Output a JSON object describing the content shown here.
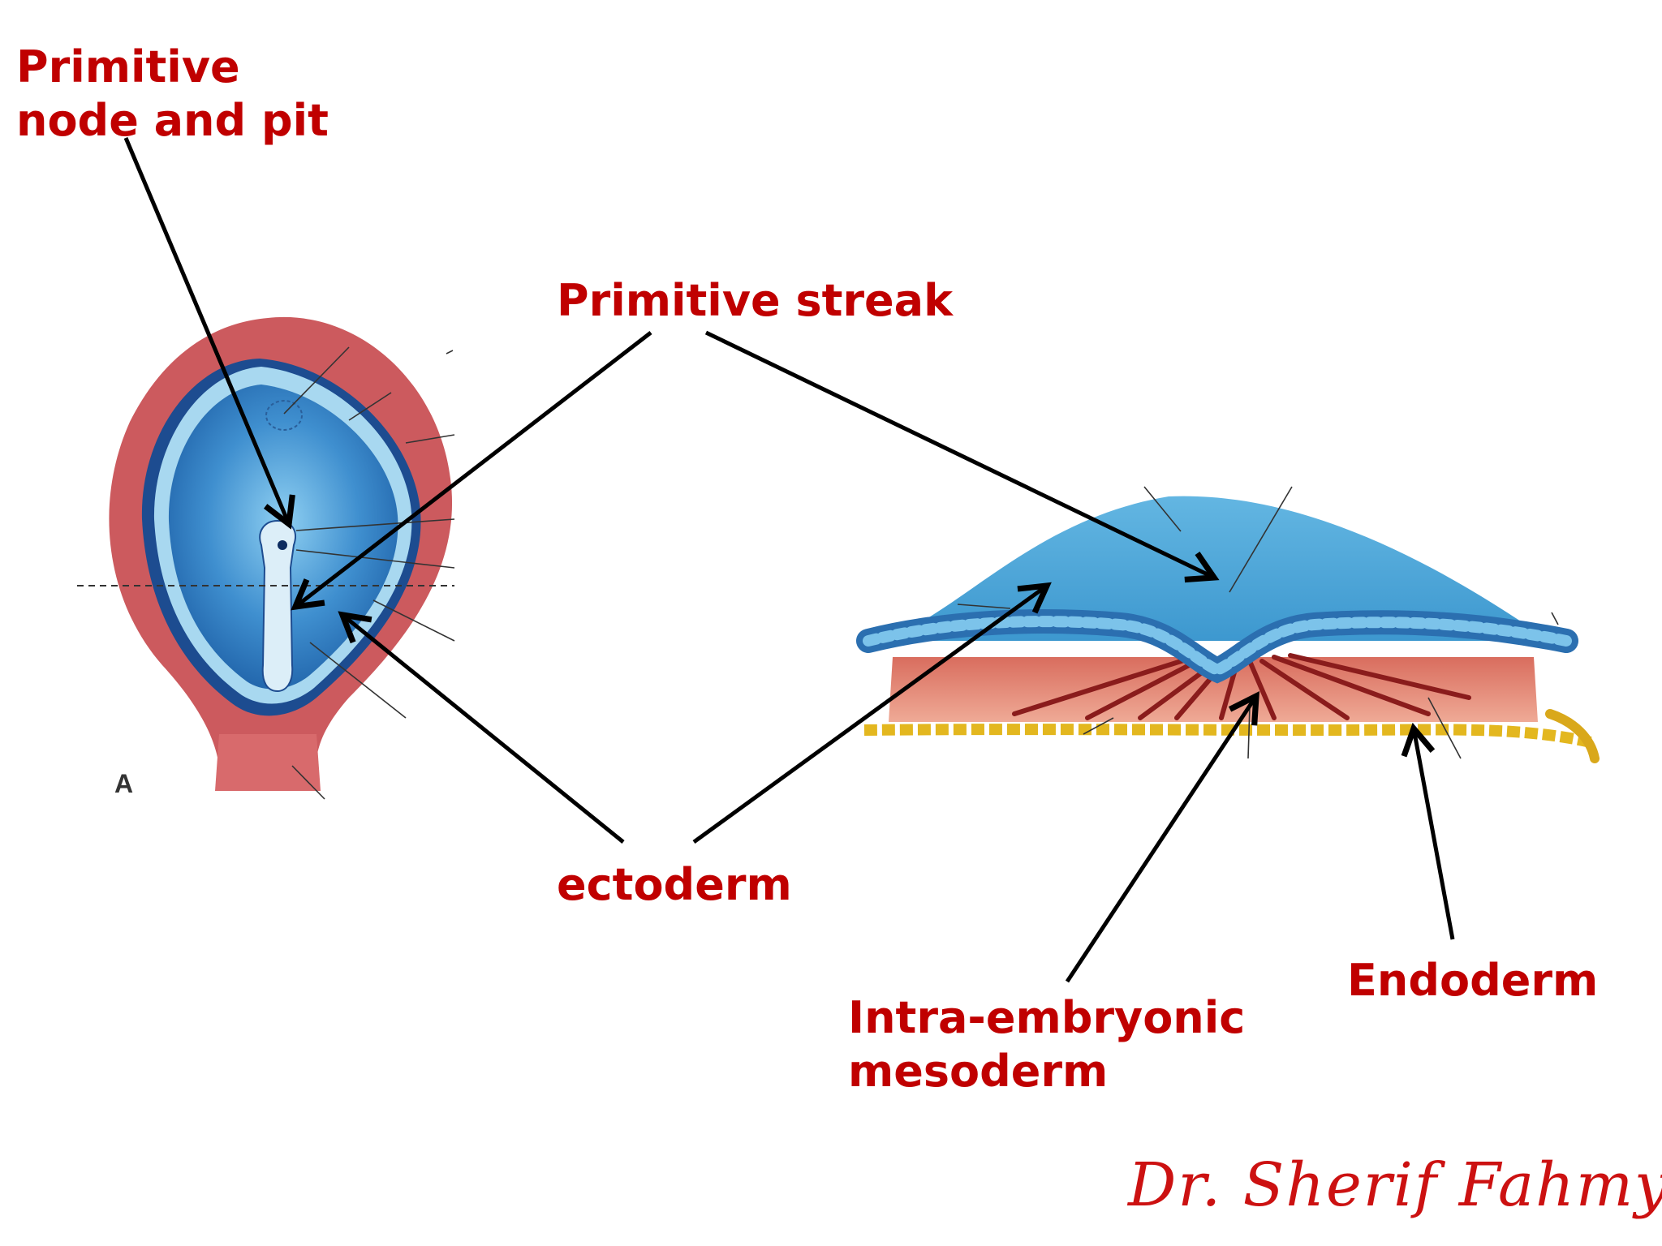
{
  "colors": {
    "label": "#c00000",
    "arrow": "#000000",
    "ectoderm": "#4aa6d8",
    "mesoderm": "#e8907c",
    "endoderm": "#f2d23a",
    "outer_tissue": "#cc5a5e"
  },
  "labels": {
    "primitive_node_line1": "Primitive",
    "primitive_node_line2": "node and pit",
    "primitive_streak": "Primitive streak",
    "ectoderm": "ectoderm",
    "mesoderm_line1": "Intra-embryonic",
    "mesoderm_line2": "mesoderm",
    "endoderm": "Endoderm"
  },
  "panel_letter": "A",
  "signature": "Dr. Sherif Fahmy"
}
